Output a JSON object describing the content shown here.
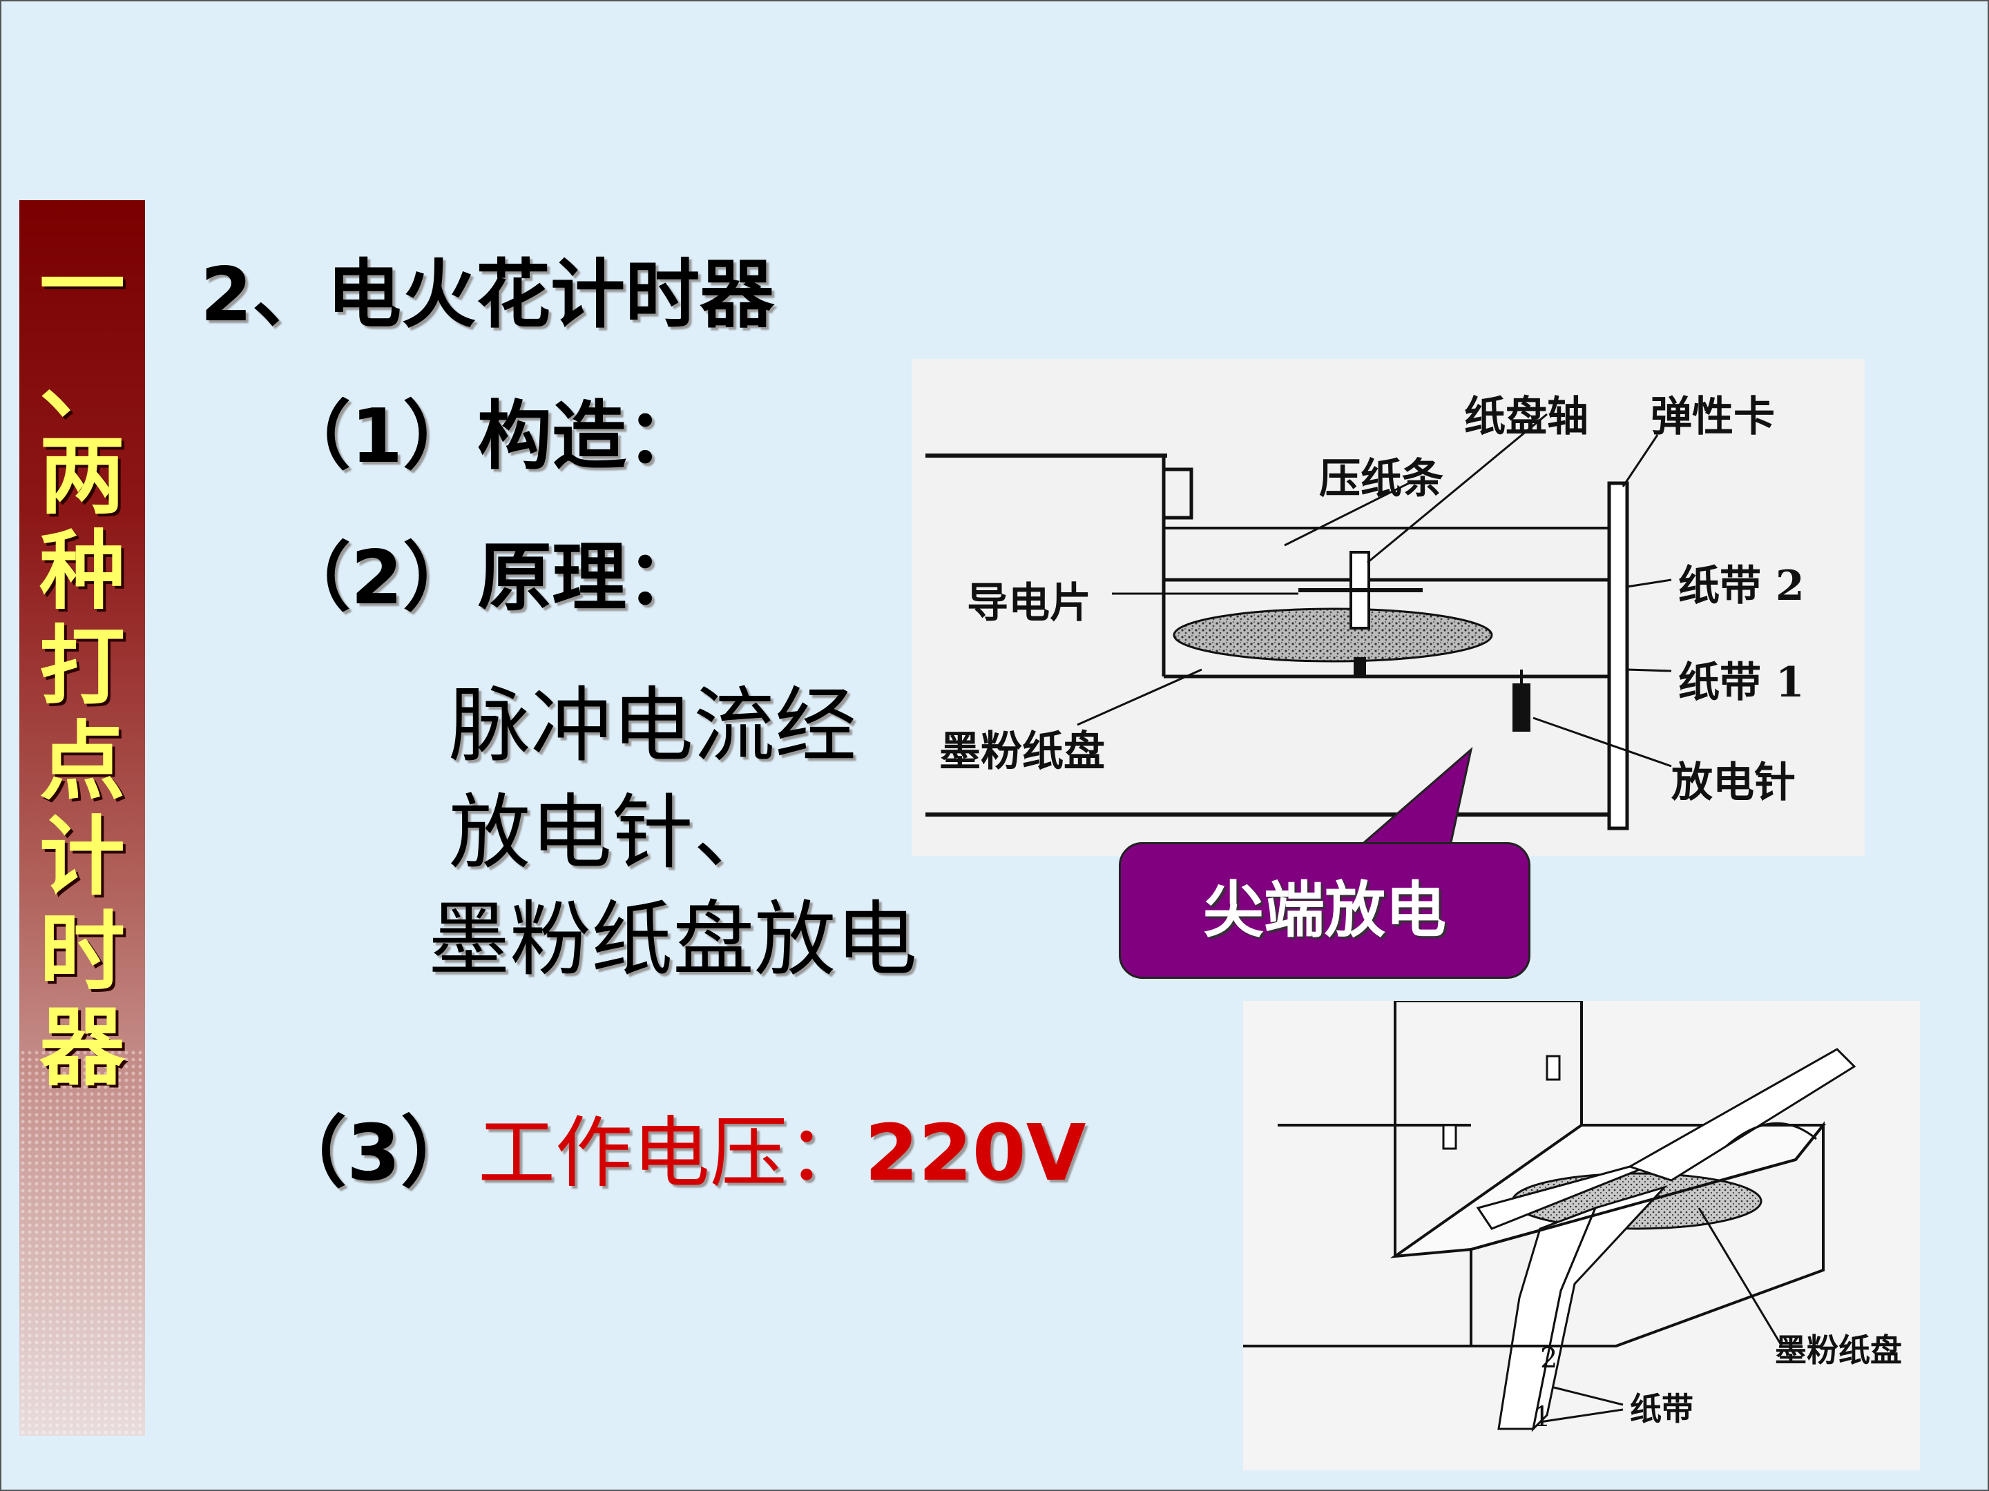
{
  "sidebar": {
    "title_chars": [
      "一",
      "、",
      "两",
      "种",
      "打",
      "点",
      "计",
      "时",
      "器"
    ]
  },
  "heading": "2、电火花计时器",
  "items": {
    "construction": "（1）构造：",
    "principle": "（2）原理：",
    "principle_lines": [
      "脉冲电流经",
      "放电针、",
      "墨粉纸盘放电"
    ],
    "voltage_prefix": "（3）",
    "voltage_label": "工作电压：",
    "voltage_value": "220V"
  },
  "diagram_top": {
    "labels": {
      "paper_disc_axis": "纸盘轴",
      "elastic_clip": "弹性卡",
      "press_strip": "压纸条",
      "conductive_plate": "导电片",
      "tape2": "纸带 2",
      "tape1": "纸带 1",
      "toner_disc": "墨粉纸盘",
      "discharge_needle": "放电针"
    }
  },
  "callout": {
    "text": "尖端放电",
    "color": "#800080"
  },
  "diagram_bottom": {
    "labels": {
      "toner_disc": "墨粉纸盘",
      "tape": "纸带",
      "num2": "2",
      "num1": "1"
    }
  },
  "colors": {
    "background": "#deeffa",
    "sidebar": "#7a0000",
    "sidebar_text": "#ffff66",
    "accent_red": "#d40000"
  }
}
